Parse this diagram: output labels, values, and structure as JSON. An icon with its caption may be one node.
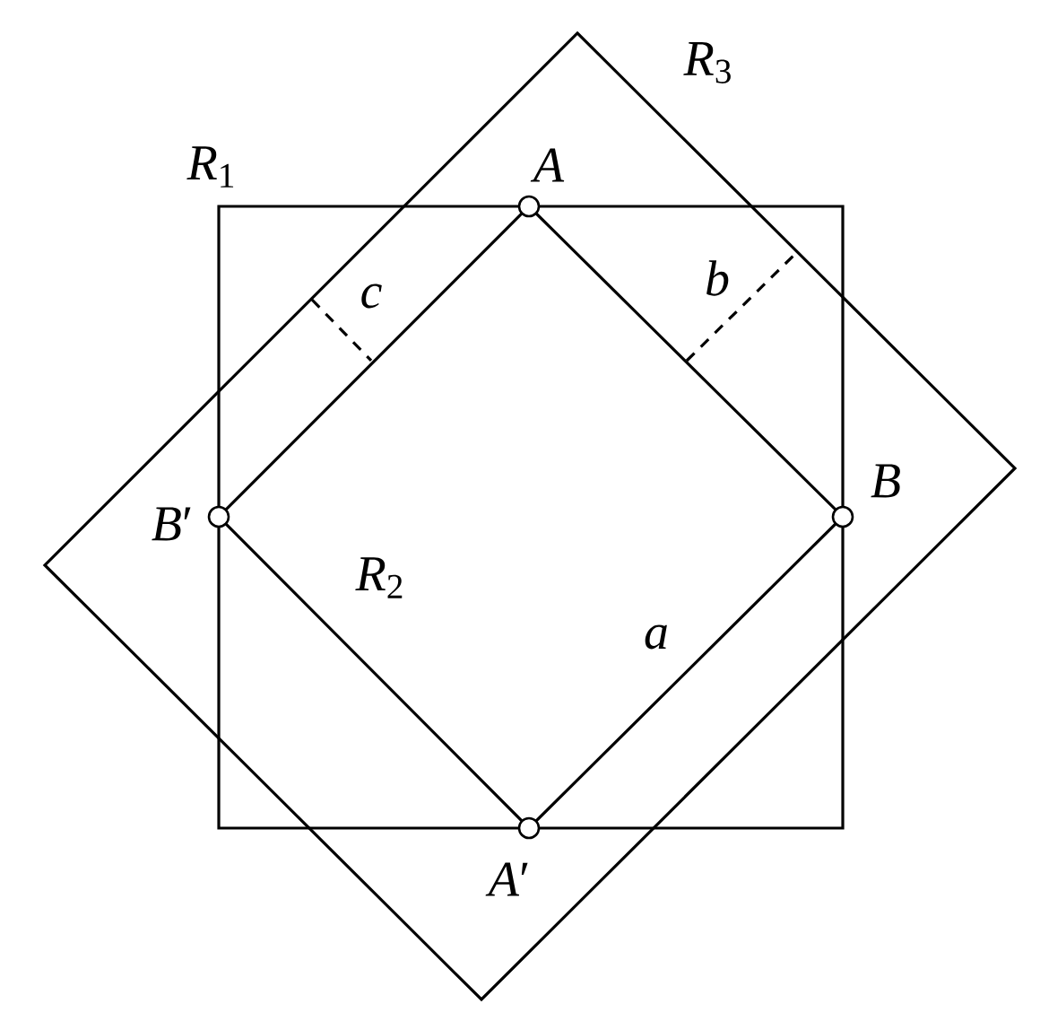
{
  "diagram": {
    "labels": [
      "*R*$_{3}$",
      "*R*$_{1}$",
      "*A*",
      "*c*",
      "*b*",
      "*B*′",
      "*B*",
      "*R*$_{2}$",
      "*a*",
      "*A*′"
    ]
  }
}
